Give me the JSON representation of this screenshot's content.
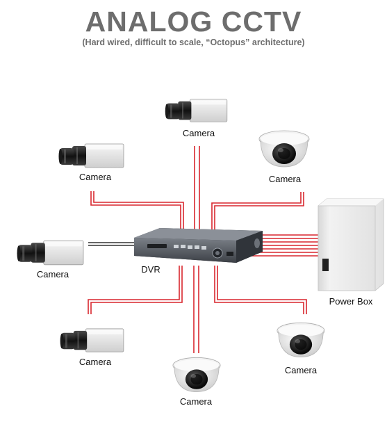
{
  "title": "ANALOG CCTV",
  "subtitle": "(Hard wired, difficult to scale, “Octopus” architecture)",
  "nodes": {
    "camera_top": "Camera",
    "camera_upper_left": "Camera",
    "camera_dome_upper_right": "Camera",
    "camera_mid_left": "Camera",
    "camera_lower_left": "Camera",
    "camera_dome_bottom": "Camera",
    "camera_dome_lower_right": "Camera",
    "dvr": "DVR",
    "power_box": "Power Box"
  },
  "colors": {
    "title": "#6d6d6d",
    "wire_red": "#d9272e",
    "wire_dark": "#333333",
    "dvr_body": "#5a5f66",
    "camera_body": "#eeeeee",
    "power_box": "#e6e6e6"
  },
  "icons": [
    "box-camera-icon",
    "dome-camera-icon",
    "dvr-icon",
    "power-box-icon"
  ]
}
